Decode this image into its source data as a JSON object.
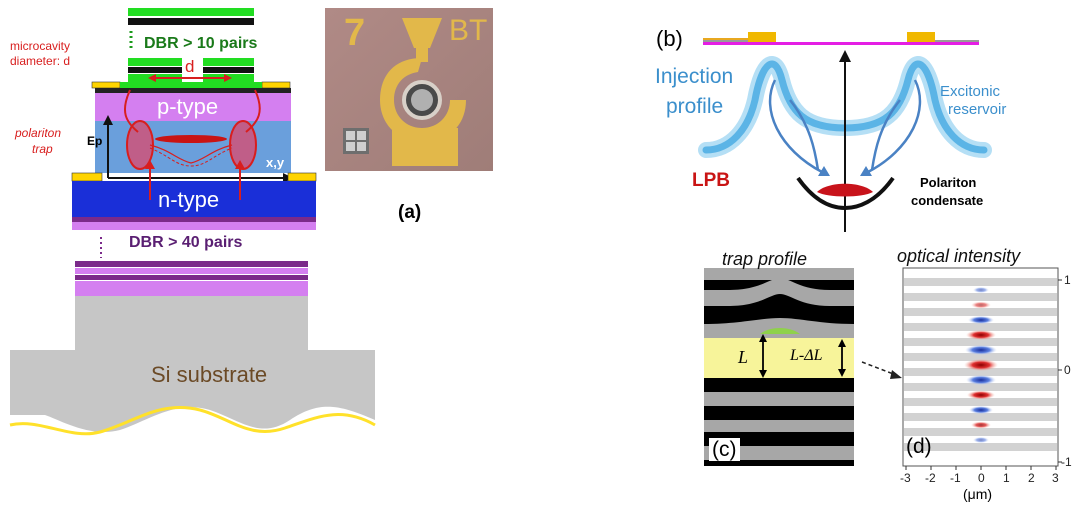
{
  "left_device": {
    "dbr_top": "DBR > 10 pairs",
    "dbr_bottom": "DBR > 40 pairs",
    "microcavity_line1": "microcavity",
    "microcavity_line2": "diameter: d",
    "d_label": "d",
    "p_type": "p-type",
    "n_type": "n-type",
    "trap_line1": "polariton",
    "trap_line2": "trap",
    "ep_label": "Ep",
    "xy_label": "x,y",
    "substrate": "Si substrate",
    "colors": {
      "dbr_green": "#22dd22",
      "p_layer": "#d47ff0",
      "active": "#6a9fdc",
      "n_layer": "#1a2fd8",
      "bottom_dbr": "#7b2a8a",
      "substrate": "#c6c6c6",
      "contact": "#ffd400"
    }
  },
  "photo": {
    "number": "7",
    "letters": "BT",
    "panel": "(a)"
  },
  "schematic": {
    "panel": "(b)",
    "injection_line1": "Injection",
    "injection_line2": "profile",
    "excitonic_line1": "Excitonic",
    "excitonic_line2": "reservoir",
    "lpb": "LPB",
    "condensate_line1": "Polariton",
    "condensate_line2": "condensate"
  },
  "trap": {
    "title": "trap profile",
    "l_label": "L",
    "ldl_label": "L-ΔL",
    "panel": "(c)"
  },
  "optical": {
    "title": "optical intensity",
    "panel": "(d)",
    "x_ticks": [
      "-3",
      "-2",
      "-1",
      "0",
      "1",
      "2",
      "3"
    ],
    "y_ticks": [
      "1",
      "0",
      "-1"
    ],
    "x_unit": "(μm)"
  }
}
